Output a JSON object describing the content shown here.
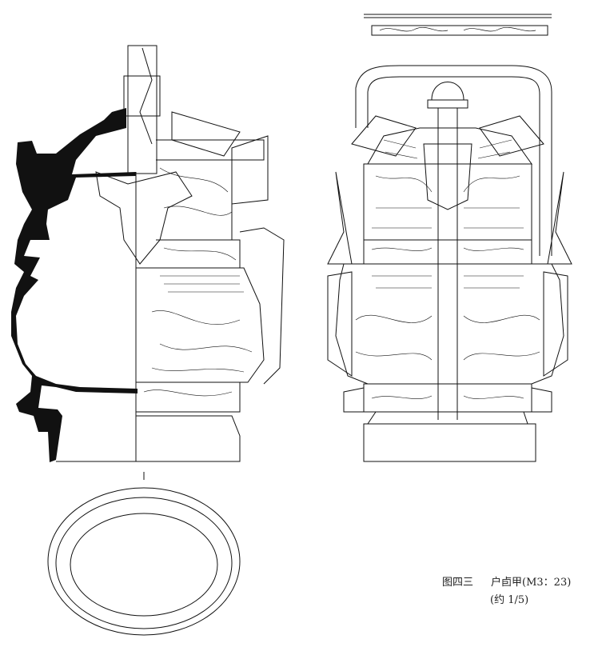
{
  "caption": {
    "figure_number": "图四三",
    "title": "户卣甲(M3：23)",
    "scale": "(约 1/5)"
  },
  "colors": {
    "ink": "#111111",
    "paper": "#ffffff"
  }
}
